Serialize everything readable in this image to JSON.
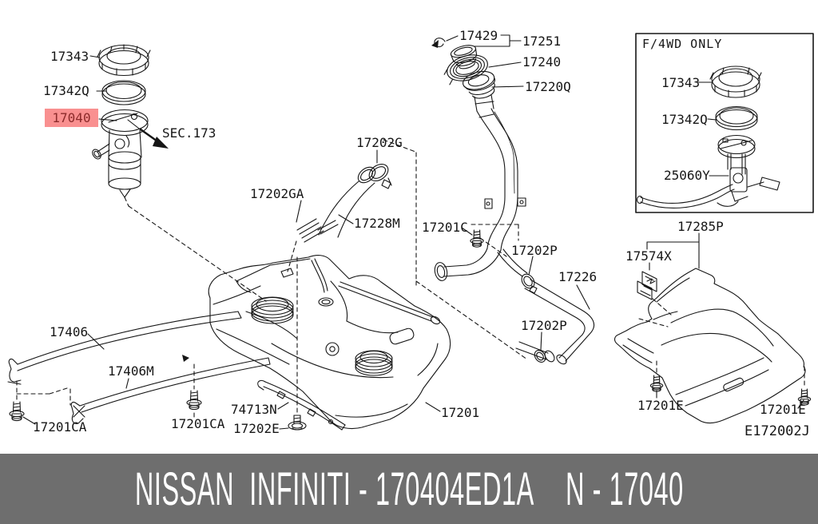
{
  "banner": {
    "left_text": "NISSAN  INFINITI - 170404ED1A",
    "right_text": "N - 17040",
    "bg": "#6e6e6e",
    "fg": "#ffffff"
  },
  "highlight": {
    "text": "17040",
    "bg": "#f99090",
    "fg": "#8c2b2b"
  },
  "fwd_panel": {
    "title": "F/4WD ONLY"
  },
  "section_ref": "SEC.173",
  "diagram_ref": "E172002J",
  "labels": {
    "p17343L": "17343",
    "p17342QL": "17342Q",
    "p17429": "17429",
    "p17251": "17251",
    "p17240": "17240",
    "p17220Q": "17220Q",
    "p17202G": "17202G",
    "p17202GA": "17202GA",
    "p17228M": "17228M",
    "p17201C": "17201C",
    "p17202Pa": "17202P",
    "p17226": "17226",
    "p17202Pb": "17202P",
    "p17406": "17406",
    "p17406M": "17406M",
    "p17201CAa": "17201CA",
    "p17201CAb": "17201CA",
    "p74713N": "74713N",
    "p17202E": "17202E",
    "p17201": "17201",
    "p17343R": "17343",
    "p17342QR": "17342Q",
    "p25060Y": "25060Y",
    "p17285P": "17285P",
    "p17574X": "17574X",
    "p17201Ea": "17201E",
    "p17201Eb": "17201E"
  }
}
